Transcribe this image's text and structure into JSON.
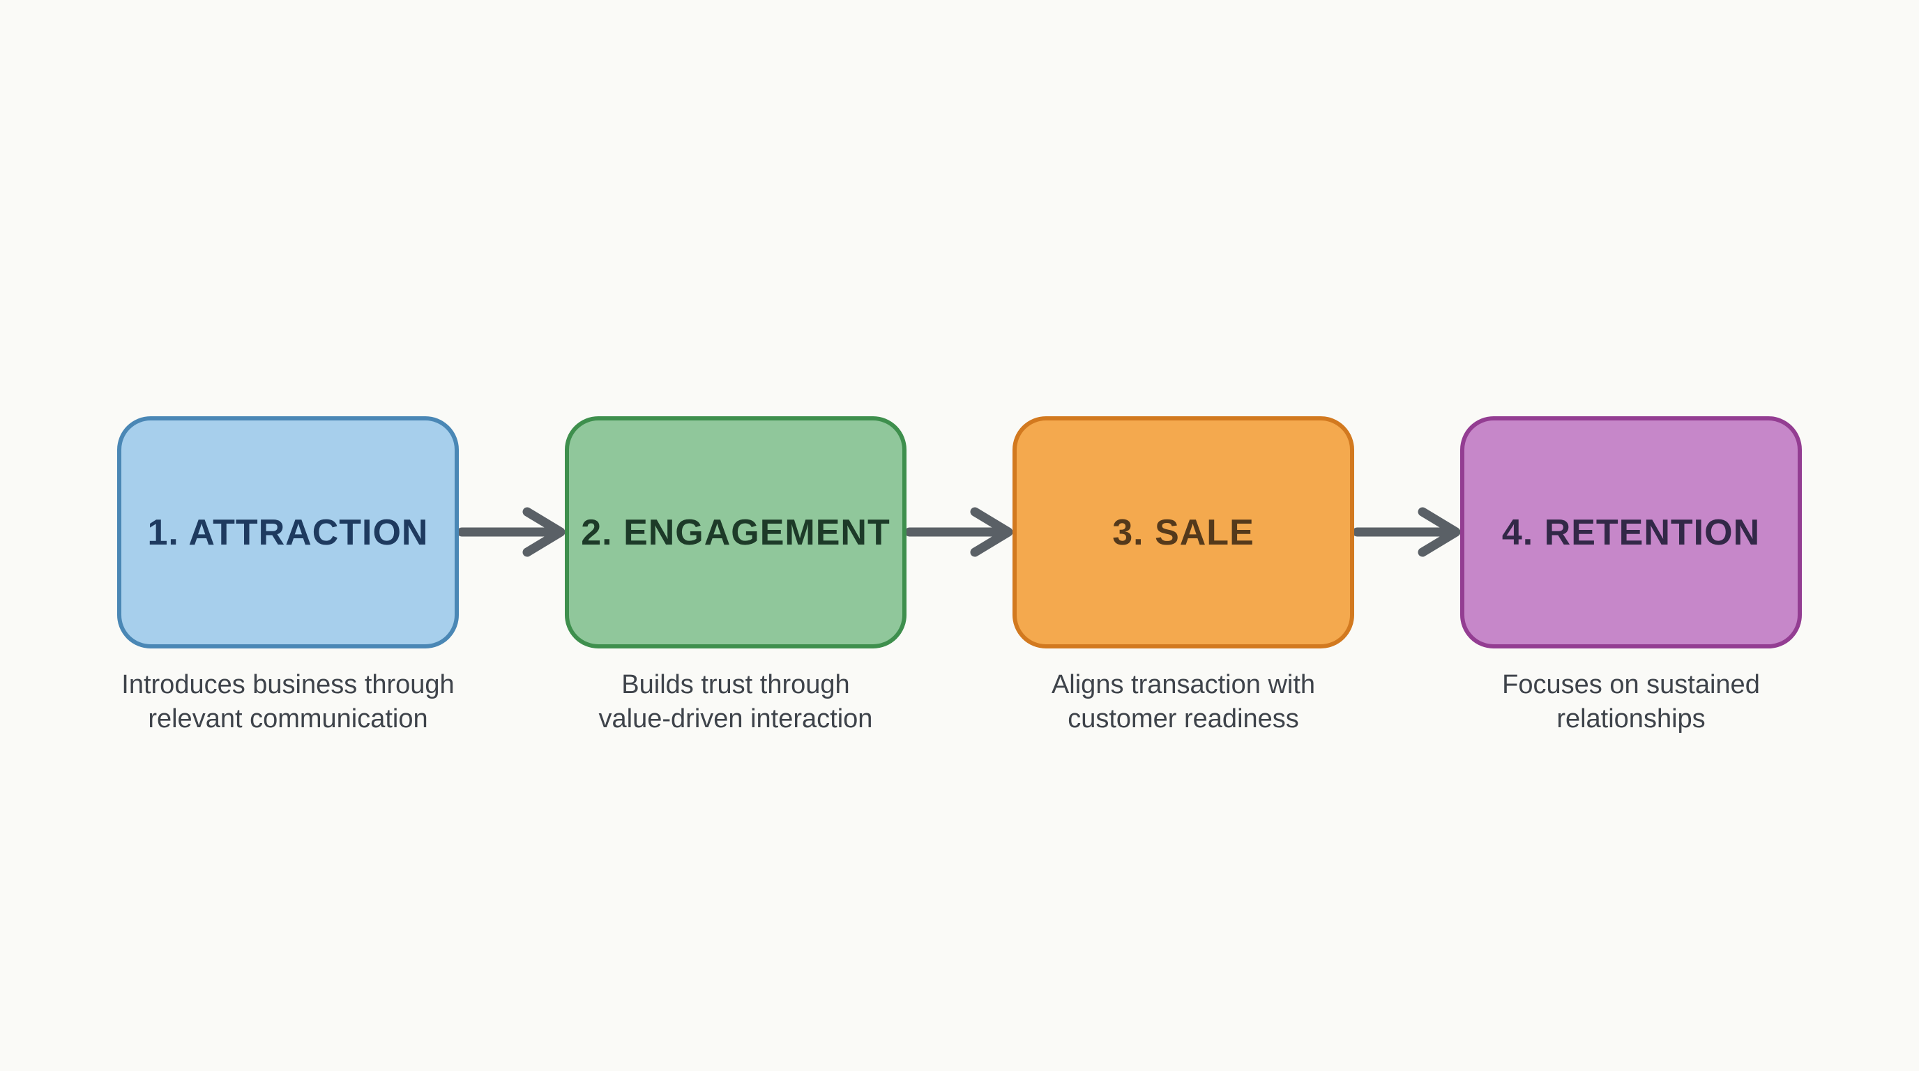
{
  "diagram": {
    "type": "horizontal-process-flow",
    "background_color": "#FAFAF7",
    "arrow_color": "#5A6066",
    "caption_color": "#3E434A",
    "stages": [
      {
        "title": "1. ATTRACTION",
        "caption": "Introduces business through\nrelevant communication",
        "fill_color": "#A7CFEC",
        "border_color": "#4A87B5",
        "title_color": "#1E3A5F"
      },
      {
        "title": "2. ENGAGEMENT",
        "caption": "Builds trust through\nvalue-driven interaction",
        "fill_color": "#90C79B",
        "border_color": "#3E8F4D",
        "title_color": "#1D3A28"
      },
      {
        "title": "3. SALE",
        "caption": "Aligns transaction with\ncustomer readiness",
        "fill_color": "#F4A94E",
        "border_color": "#D2791F",
        "title_color": "#54391B"
      },
      {
        "title": "4. RETENTION",
        "caption": "Focuses on sustained\nrelationships",
        "fill_color": "#C687C9",
        "border_color": "#933D92",
        "title_color": "#322847"
      }
    ]
  }
}
